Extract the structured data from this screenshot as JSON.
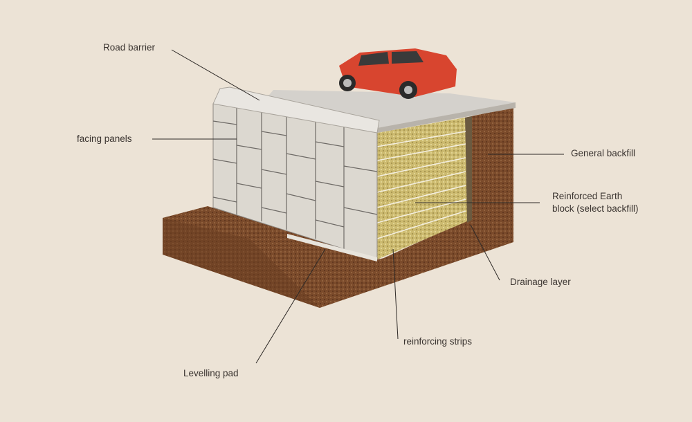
{
  "labels": {
    "road_barrier": "Road barrier",
    "facing_panels": "facing panels",
    "general_backfill": "General backfill",
    "reinforced_earth_line1": "Reinforced Earth",
    "reinforced_earth_line2": "block (select backfill)",
    "drainage_layer": "Drainage layer",
    "reinforcing_strips": "reinforcing strips",
    "levelling_pad": "Levelling pad"
  },
  "colors": {
    "background": "#ece3d6",
    "soil": "#7a4a2a",
    "select_backfill": "#c9b76a",
    "panels": "#dedad3",
    "car": "#d8452f"
  }
}
